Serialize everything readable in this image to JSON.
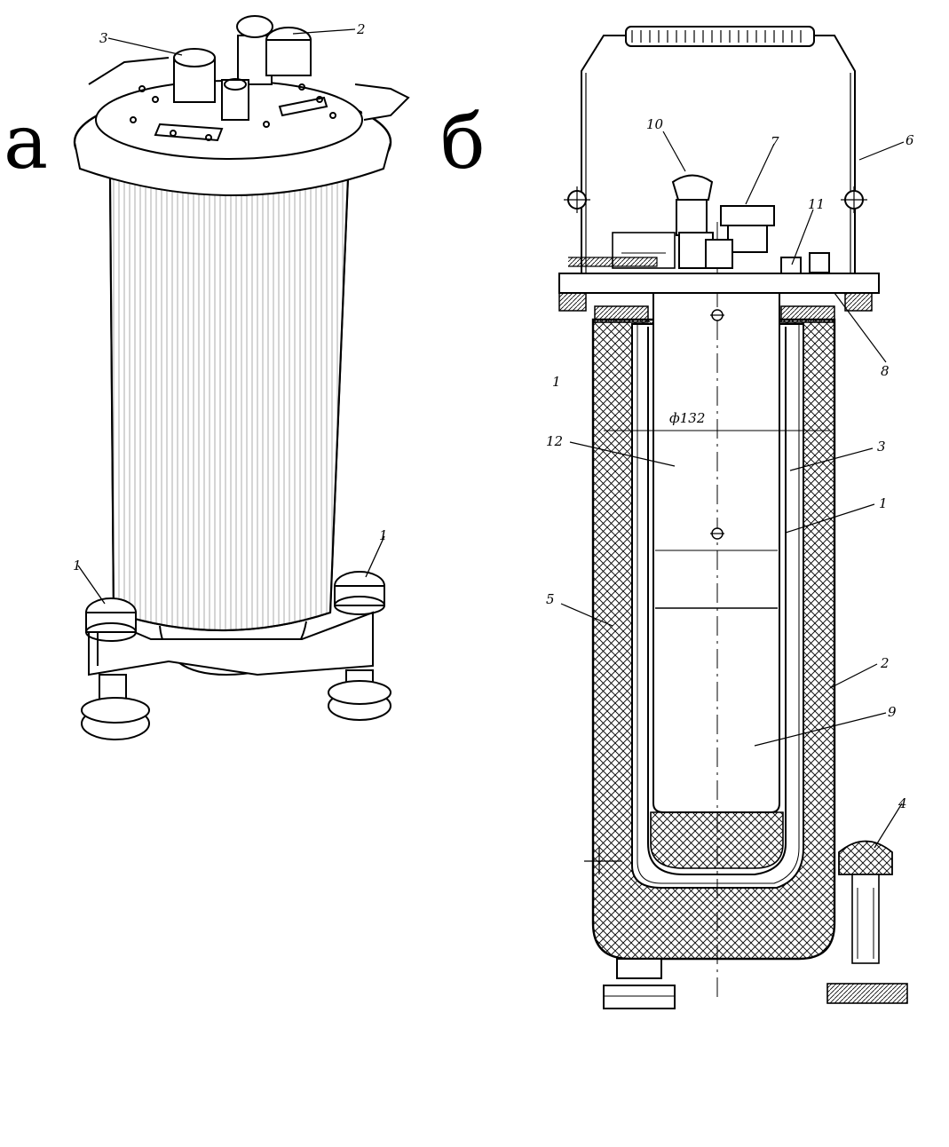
{
  "panels": {
    "a": {
      "letter": "а",
      "callouts": [
        "3",
        "2",
        "1",
        "1"
      ]
    },
    "b": {
      "letter": "б",
      "callouts": [
        "10",
        "7",
        "6",
        "11",
        "8",
        "1",
        "12",
        "3",
        "1",
        "5",
        "2",
        "9",
        "4"
      ],
      "dimension": "ф132"
    }
  },
  "colors": {
    "ink": "#000000",
    "paper": "#ffffff"
  }
}
